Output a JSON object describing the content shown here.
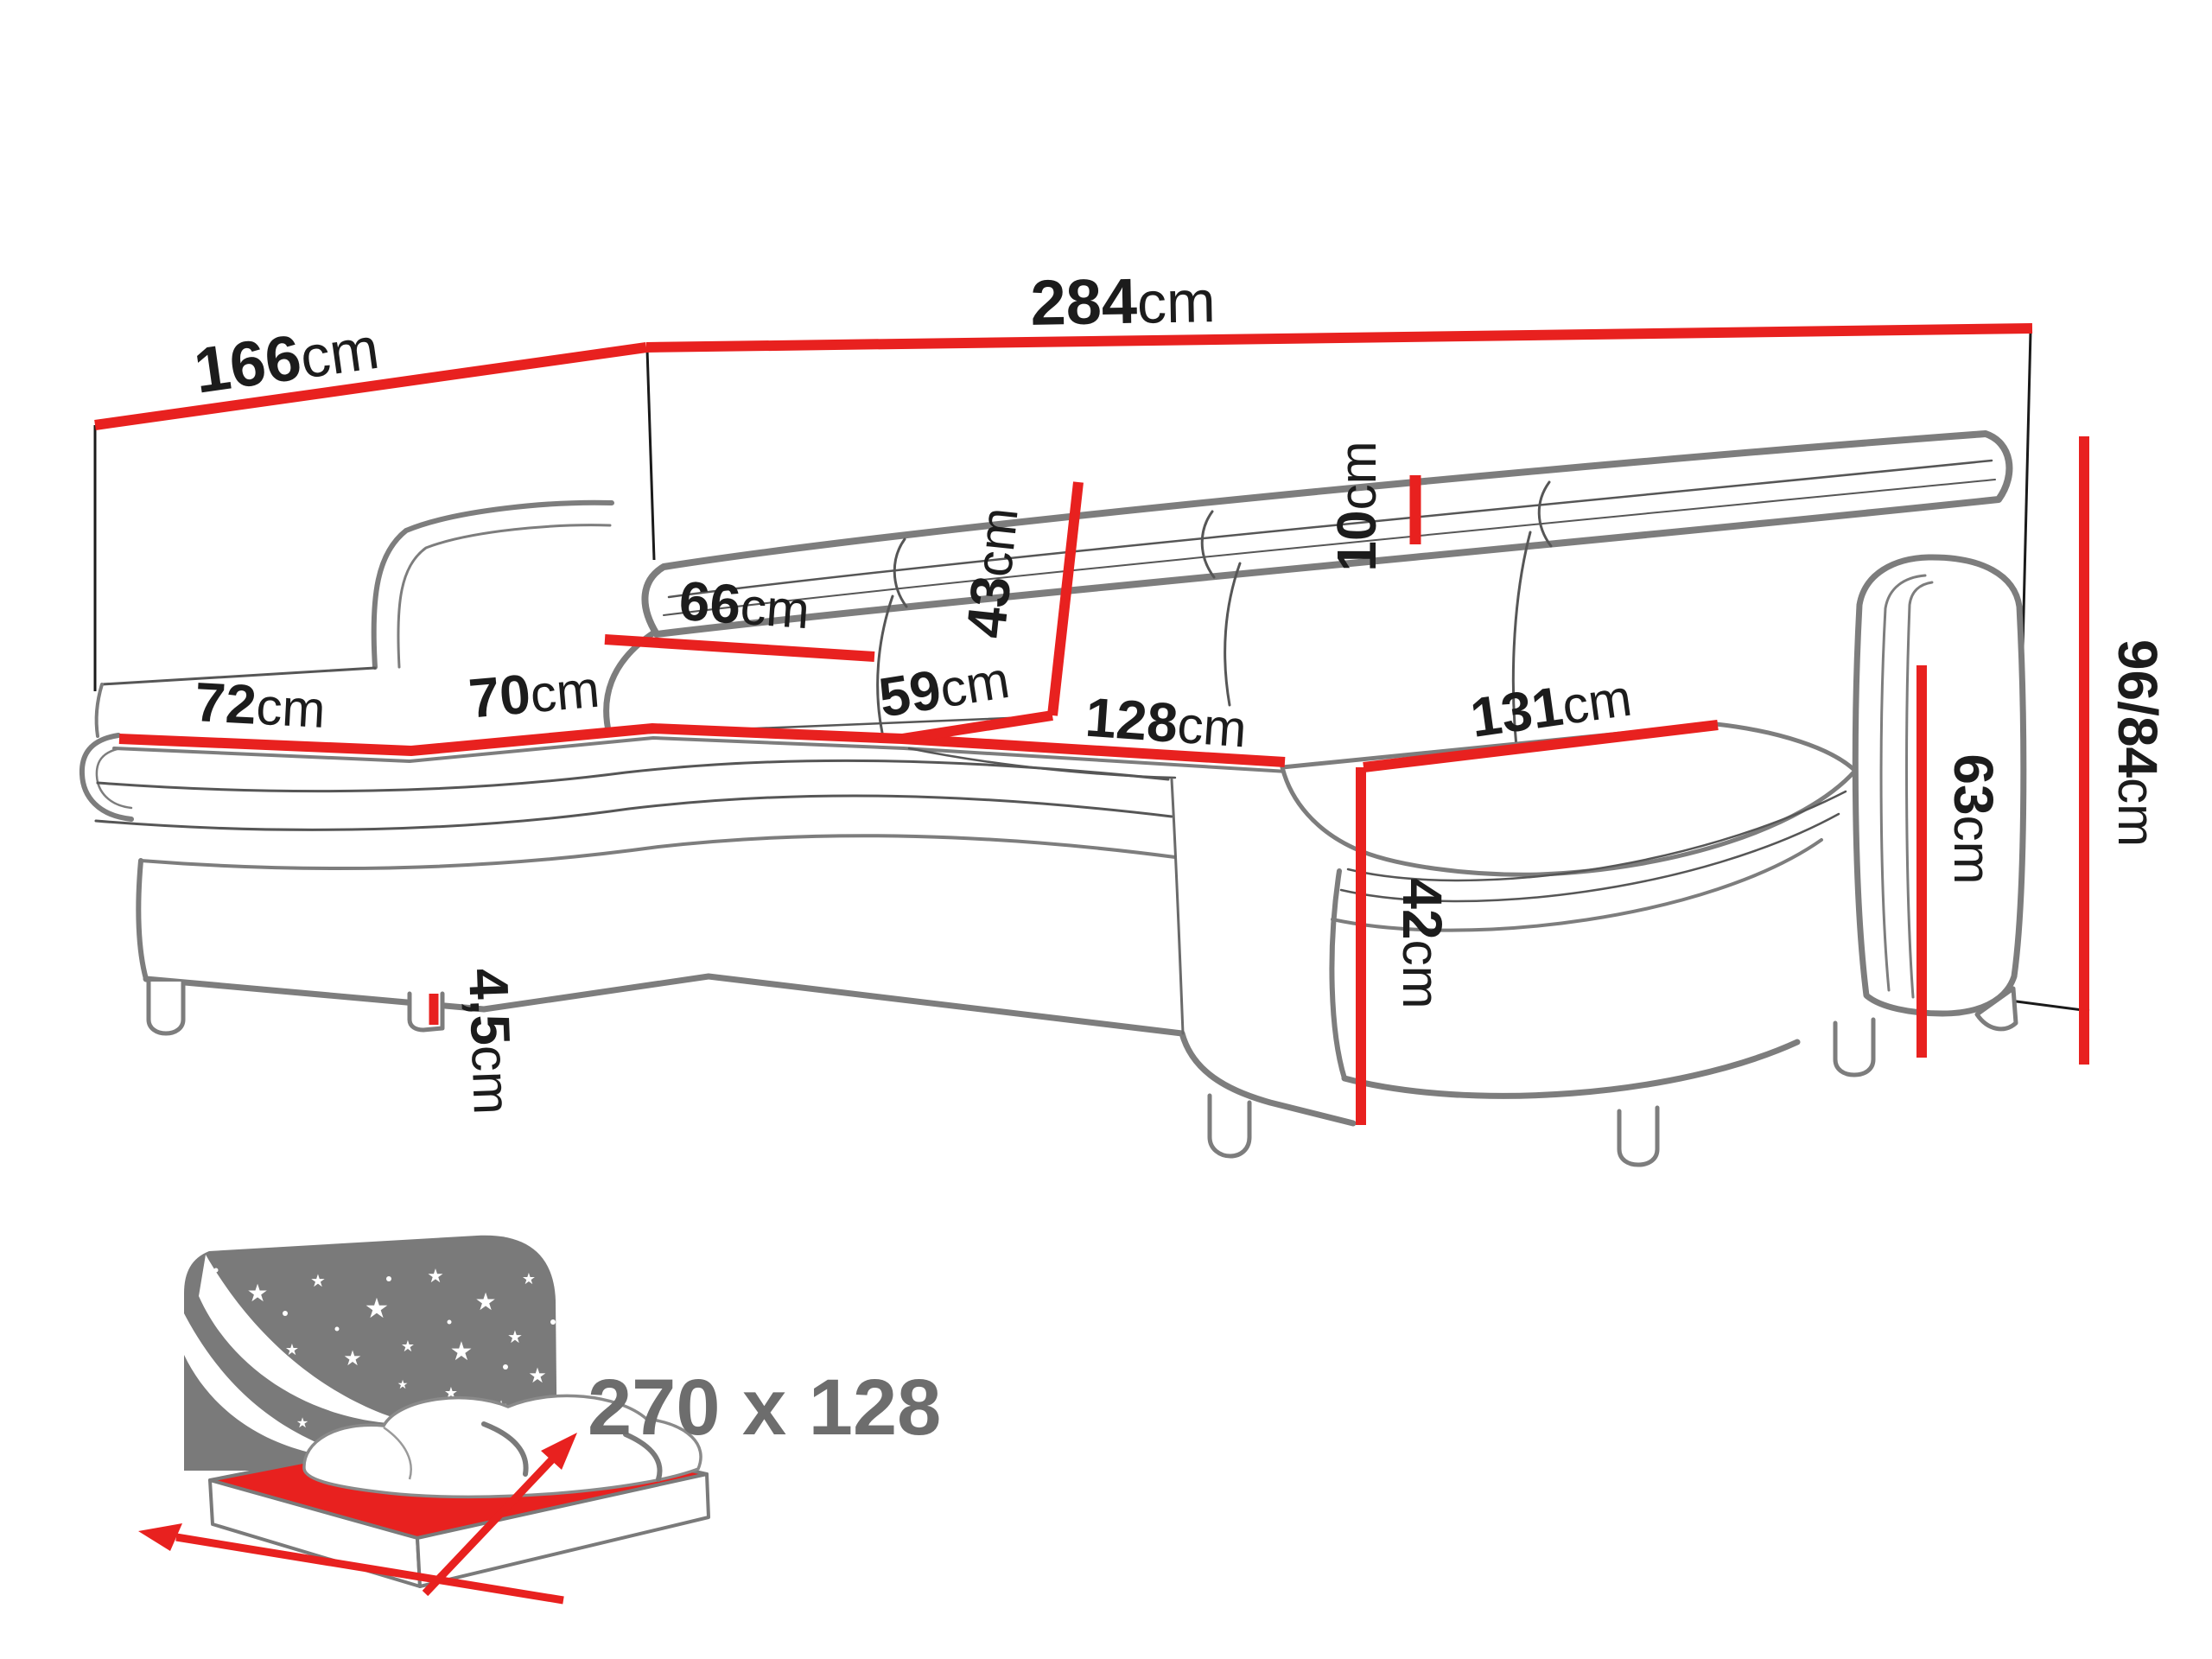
{
  "colors": {
    "dimension_red": "#e8211f",
    "outline_gray": "#7d7d7d",
    "seam_gray": "#565656",
    "label_black": "#1c1c1c",
    "bed_gray": "#7a7a7a",
    "bed_text_gray": "#6d6d6d"
  },
  "icons": {
    "star": "★"
  },
  "dimensions": {
    "side_depth": {
      "value": "166",
      "unit": "cm"
    },
    "total_width": {
      "value": "284",
      "unit": "cm"
    },
    "headrest_thickness": {
      "value": "10",
      "unit": "cm"
    },
    "back_cushion_width": {
      "value": "66",
      "unit": "cm"
    },
    "backrest_height": {
      "value": "43",
      "unit": "cm"
    },
    "left_chaise_width": {
      "value": "72",
      "unit": "cm"
    },
    "left_seat_width": {
      "value": "70",
      "unit": "cm"
    },
    "seat_depth": {
      "value": "59",
      "unit": "cm"
    },
    "center_seat_width": {
      "value": "128",
      "unit": "cm"
    },
    "right_chaise_width": {
      "value": "131",
      "unit": "cm"
    },
    "overall_height": {
      "value": "96/84",
      "unit": "cm"
    },
    "armrest_height": {
      "value": "63",
      "unit": "cm"
    },
    "seat_height": {
      "value": "42",
      "unit": "cm"
    },
    "leg_height": {
      "value": "4,5",
      "unit": "cm"
    }
  },
  "sleeping_area": {
    "size_label": "270 x 128"
  }
}
